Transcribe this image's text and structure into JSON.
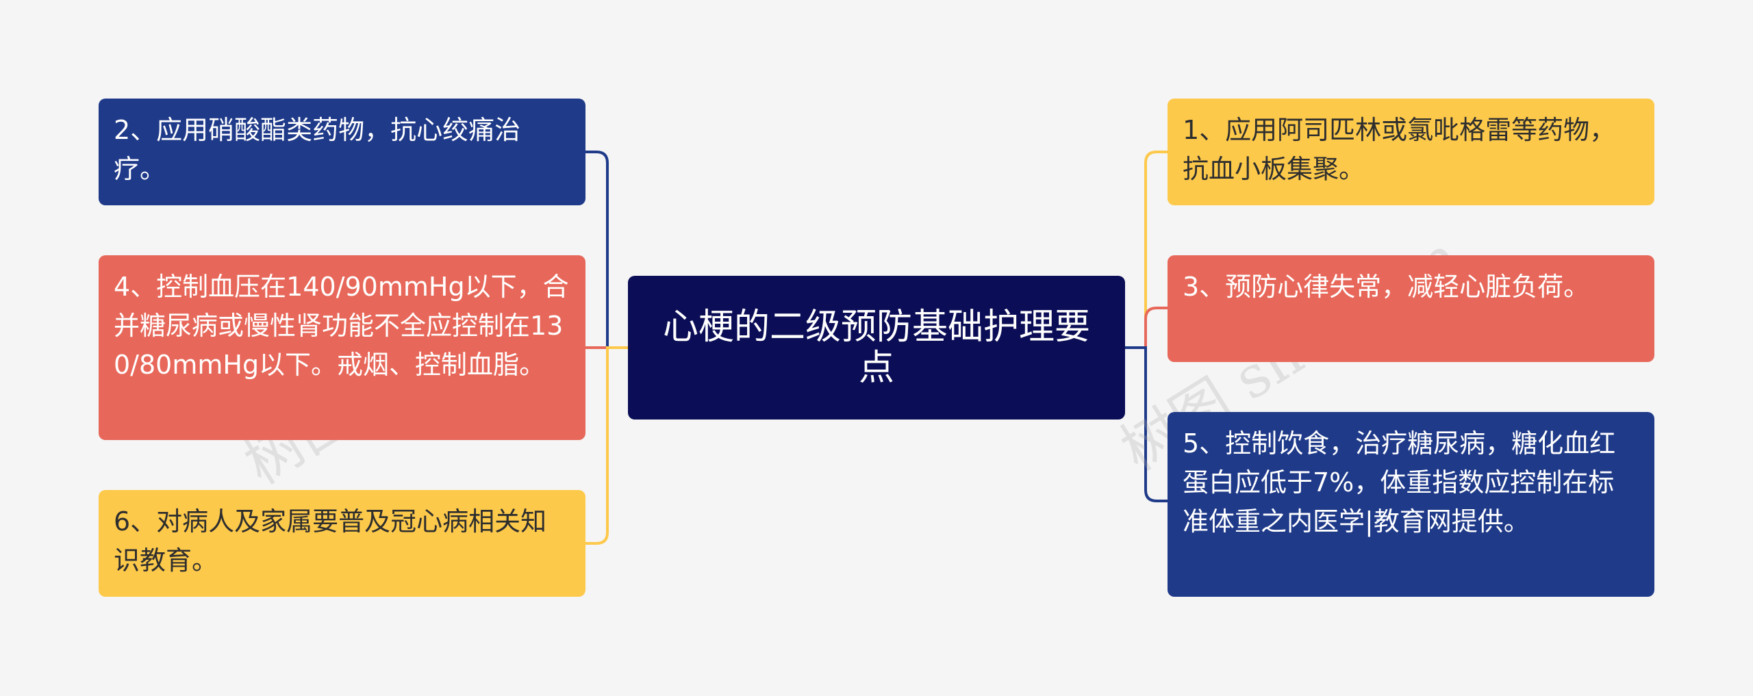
{
  "center": {
    "title": "心梗的二级预防基础护理要点"
  },
  "left_nodes": [
    {
      "id": "2",
      "text": "2、应用硝酸酯类药物，抗心绞痛治疗。",
      "color": "navy"
    },
    {
      "id": "4",
      "text": "4、控制血压在140/90mmHg以下，合并糖尿病或慢性肾功能不全应控制在130/80mmHg以下。戒烟、控制血脂。",
      "color": "coral"
    },
    {
      "id": "6",
      "text": "6、对病人及家属要普及冠心病相关知识教育。",
      "color": "yellow"
    }
  ],
  "right_nodes": [
    {
      "id": "1",
      "text": "1、应用阿司匹林或氯吡格雷等药物，抗血小板集聚。",
      "color": "yellow"
    },
    {
      "id": "3",
      "text": "3、预防心律失常，减轻心脏负荷。",
      "color": "coral"
    },
    {
      "id": "5",
      "text": "5、控制饮食，治疗糖尿病，糖化血红蛋白应低于7%，体重指数应控制在标准体重之内医学|教育网提供。",
      "color": "navy"
    }
  ],
  "watermark": {
    "text": "树图 shutu.cn"
  },
  "colors": {
    "navy": "#1f3a89",
    "coral": "#e7685a",
    "yellow": "#fdc94b",
    "center": "#0b0e56"
  }
}
